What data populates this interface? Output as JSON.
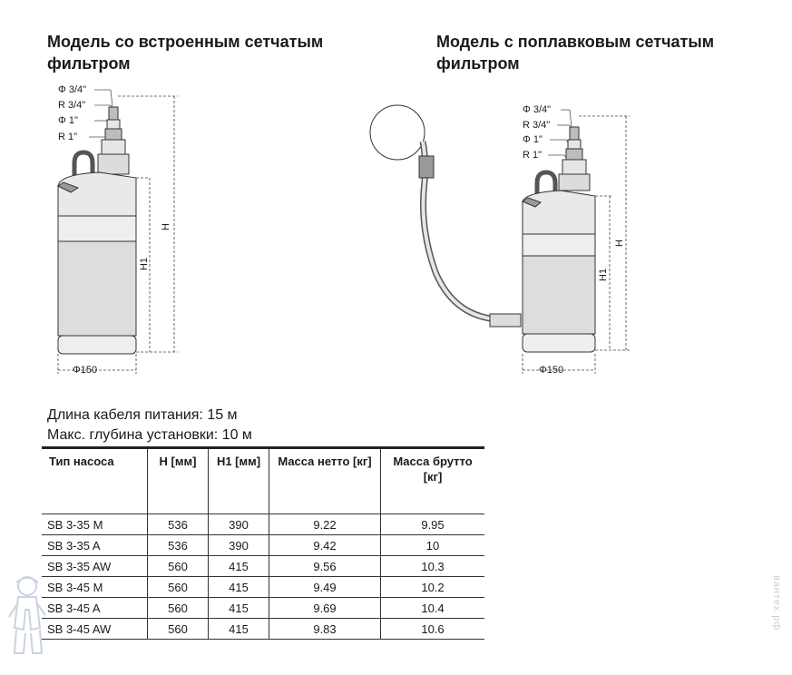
{
  "headings": {
    "left": "Модель со встроенным сетчатым фильтром",
    "right": "Модель с поплавковым сетчатым фильтром"
  },
  "drawing_labels": {
    "phi_3_4": "Φ 3/4\"",
    "r_3_4": "R 3/4\"",
    "phi_1": "Φ 1\"",
    "r_1": "R 1\"",
    "h": "H",
    "h1": "H1",
    "diameter": "Φ150"
  },
  "info": {
    "cable": "Длина кабеля питания:  15 м",
    "depth": "Макс. глубина установки: 10 м"
  },
  "table": {
    "headers": {
      "type": "Тип насоса",
      "h": "H [мм]",
      "h1": "H1 [мм]",
      "net": "Масса нетто [кг]",
      "gross": "Масса брутто [кг]"
    },
    "rows": [
      {
        "type": "SB 3-35 M",
        "h": "536",
        "h1": "390",
        "net": "9.22",
        "gross": "9.95"
      },
      {
        "type": "SB 3-35 A",
        "h": "536",
        "h1": "390",
        "net": "9.42",
        "gross": "10"
      },
      {
        "type": "SB 3-35 AW",
        "h": "560",
        "h1": "415",
        "net": "9.56",
        "gross": "10.3"
      },
      {
        "type": "SB 3-45 M",
        "h": "560",
        "h1": "415",
        "net": "9.49",
        "gross": "10.2"
      },
      {
        "type": "SB 3-45 A",
        "h": "560",
        "h1": "415",
        "net": "9.69",
        "gross": "10.4"
      },
      {
        "type": "SB 3-45 AW",
        "h": "560",
        "h1": "415",
        "net": "9.83",
        "gross": "10.6"
      }
    ]
  },
  "watermark": {
    "text": "вантех.рф",
    "icon": "plumber-mascot-icon"
  }
}
